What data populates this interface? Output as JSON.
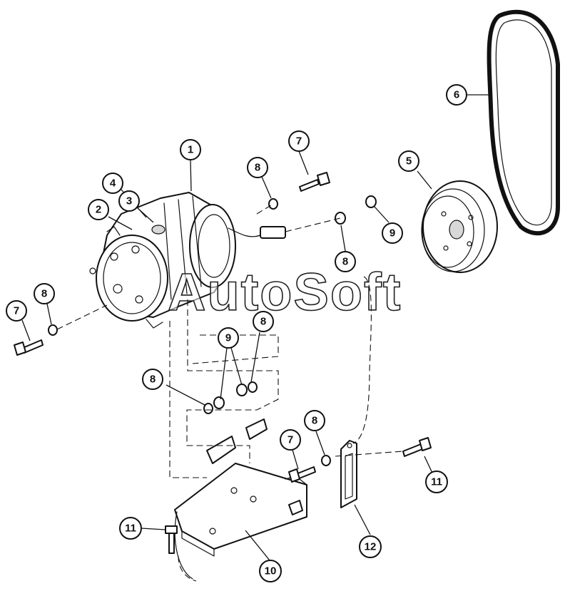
{
  "watermark": {
    "text": "AutoSoft"
  },
  "callouts": [
    {
      "id": "c1",
      "label": "1"
    },
    {
      "id": "c2",
      "label": "2"
    },
    {
      "id": "c3",
      "label": "3"
    },
    {
      "id": "c4",
      "label": "4"
    },
    {
      "id": "c5",
      "label": "5"
    },
    {
      "id": "c6",
      "label": "6"
    },
    {
      "id": "c7a",
      "label": "7"
    },
    {
      "id": "c7b",
      "label": "7"
    },
    {
      "id": "c7c",
      "label": "7"
    },
    {
      "id": "c8a",
      "label": "8"
    },
    {
      "id": "c8b",
      "label": "8"
    },
    {
      "id": "c8c",
      "label": "8"
    },
    {
      "id": "c8d",
      "label": "8"
    },
    {
      "id": "c8e",
      "label": "8"
    },
    {
      "id": "c8f",
      "label": "8"
    },
    {
      "id": "c9a",
      "label": "9"
    },
    {
      "id": "c9b",
      "label": "9"
    },
    {
      "id": "c10",
      "label": "10"
    },
    {
      "id": "c11a",
      "label": "11"
    },
    {
      "id": "c11b",
      "label": "11"
    },
    {
      "id": "c12",
      "label": "12"
    }
  ]
}
